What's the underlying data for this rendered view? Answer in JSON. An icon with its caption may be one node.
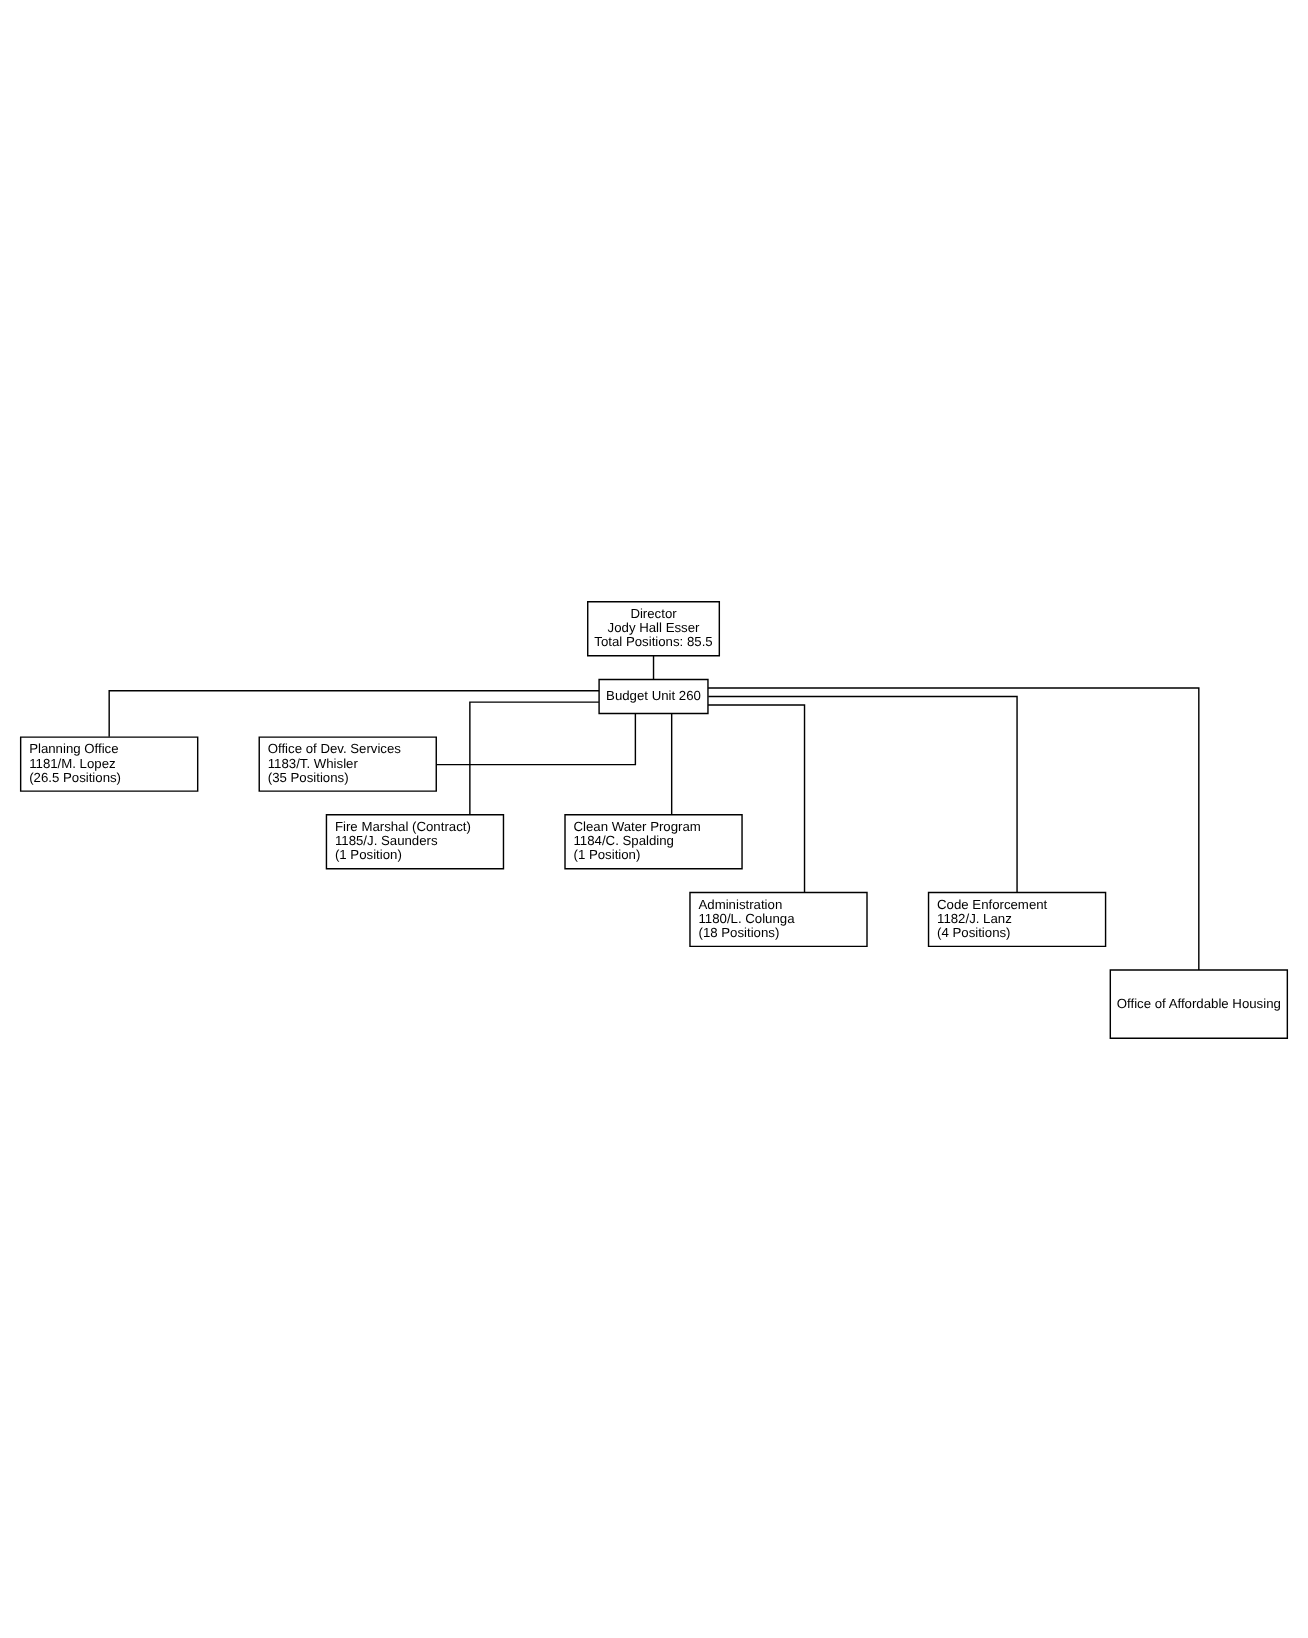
{
  "diagram": {
    "nodes": [
      {
        "text": [
          "Director",
          "Jody Hall Esser",
          "Total Positions: 85.5"
        ]
      },
      {
        "text": [
          "Budget Unit 260"
        ]
      },
      {
        "text": [
          "Planning Office",
          "1181/M. Lopez",
          "(26.5 Positions)"
        ]
      },
      {
        "text": [
          "Office of Dev. Services",
          "1183/T. Whisler",
          "(35 Positions)"
        ]
      },
      {
        "text": [
          "Fire Marshal (Contract)",
          "1185/J. Saunders",
          "(1 Position)"
        ]
      },
      {
        "text": [
          "Clean Water Program",
          "1184/C. Spalding",
          "(1 Position)"
        ]
      },
      {
        "text": [
          "Administration",
          "1180/L. Colunga",
          "(18 Positions)"
        ]
      },
      {
        "text": [
          "Code Enforcement",
          "1182/J. Lanz",
          "(4 Positions)"
        ]
      },
      {
        "text": [
          "Office of Affordable Housing"
        ]
      }
    ],
    "edges": [
      {
        "from": 0,
        "to": 1,
        "arrow": "none"
      },
      {
        "from": 1,
        "to": 2,
        "arrow": "none"
      },
      {
        "from": 1,
        "to": 3,
        "arrow": "none"
      },
      {
        "from": 1,
        "to": 4,
        "arrow": "none"
      },
      {
        "from": 1,
        "to": 5,
        "arrow": "none"
      },
      {
        "from": 1,
        "to": 6,
        "arrow": "none"
      },
      {
        "from": 1,
        "to": 7,
        "arrow": "none"
      },
      {
        "from": 1,
        "to": 8,
        "arrow": "none"
      }
    ]
  }
}
